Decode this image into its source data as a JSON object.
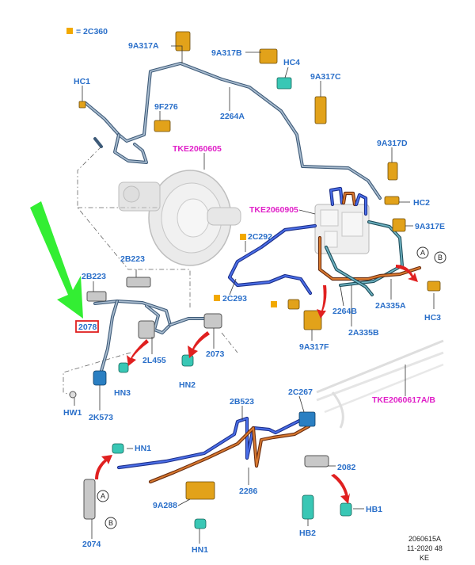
{
  "legend": {
    "swatch_color": "#f2a900",
    "text": "= 2C360"
  },
  "labels": {
    "l9A317A": "9A317A",
    "l9A317B": "9A317B",
    "lHC4": "HC4",
    "l9A317C": "9A317C",
    "lHC1": "HC1",
    "l9F276": "9F276",
    "l2264A": "2264A",
    "l9A317D": "9A317D",
    "lTKE2060605": "TKE2060605",
    "lHC2": "HC2",
    "lTKE2060905": "TKE2060905",
    "l9A317E": "9A317E",
    "l2C292": "2C292",
    "l2B223a": "2B223",
    "l2B223b": "2B223",
    "lA1": "A",
    "lB1": "B",
    "l2C293": "2C293",
    "l2264B": "2264B",
    "l2A335A": "2A335A",
    "lHC3": "HC3",
    "l2078": "2078",
    "l2A335B": "2A335B",
    "l9A317F": "9A317F",
    "l2L455": "2L455",
    "l2073": "2073",
    "lHN3": "HN3",
    "lHN2": "HN2",
    "lHW1": "HW1",
    "l2K573": "2K573",
    "l2B523": "2B523",
    "l2C267": "2C267",
    "lTKE2060617AB": "TKE2060617A/B",
    "lHN1a": "HN1",
    "l2082": "2082",
    "lA2": "A",
    "l9A288": "9A288",
    "l2286": "2286",
    "lHB1": "HB1",
    "lB2": "B",
    "l2074": "2074",
    "lHB2": "HB2",
    "lHN1b": "HN1"
  },
  "footer": {
    "ref": "2060615A",
    "date": "11-2020 48",
    "initials": "KE"
  },
  "colors": {
    "label_blue": "#2a6fc9",
    "tke_pink": "#e020c8",
    "callout_red": "#e02020",
    "pointer_green": "#33ee33"
  }
}
